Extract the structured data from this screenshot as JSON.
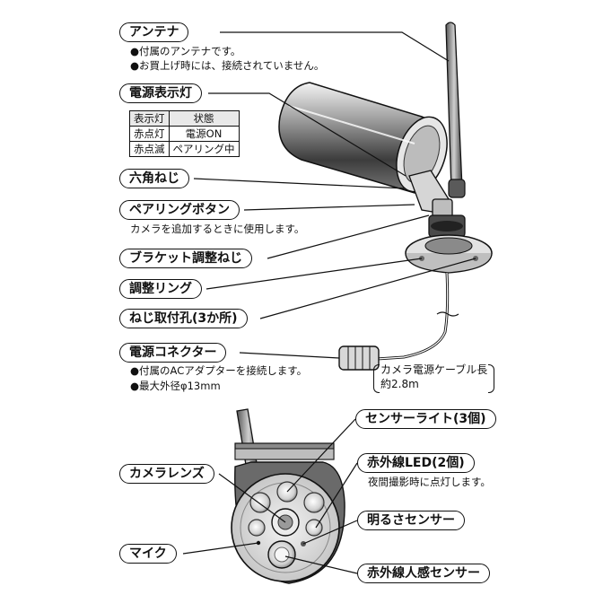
{
  "labels": {
    "antenna": "アンテナ",
    "power_led": "電源表示灯",
    "hex_screw": "六角ねじ",
    "pairing_button": "ペアリングボタン",
    "bracket_screw": "ブラケット調整ねじ",
    "adjust_ring": "調整リング",
    "mount_holes": "ねじ取付孔(3か所)",
    "power_connector": "電源コネクター",
    "sensor_light": "センサーライト(3個)",
    "camera_lens": "カメラレンズ",
    "ir_led": "赤外線LED(2個)",
    "light_sensor": "明るさセンサー",
    "mic": "マイク",
    "pir_sensor": "赤外線人感センサー"
  },
  "notes": {
    "antenna_1": "●付属のアンテナです。",
    "antenna_2": "●お買上げ時には、接続されていません。",
    "pairing": "カメラを追加するときに使用します。",
    "connector_1": "●付属のACアダプターを接続します。",
    "connector_2": "●最大外径φ13mm",
    "cable_1": "カメラ電源ケーブル長",
    "cable_2": "約2.8m",
    "ir_led": "夜間撮影時に点灯します。"
  },
  "led_table": {
    "headers": [
      "表示灯",
      "状態"
    ],
    "rows": [
      [
        "赤点灯",
        "電源ON"
      ],
      [
        "赤点滅",
        "ペアリング中"
      ]
    ]
  },
  "colors": {
    "line": "#111111",
    "body_dark": "#4a4a4a",
    "body_light": "#d8d8d8"
  }
}
